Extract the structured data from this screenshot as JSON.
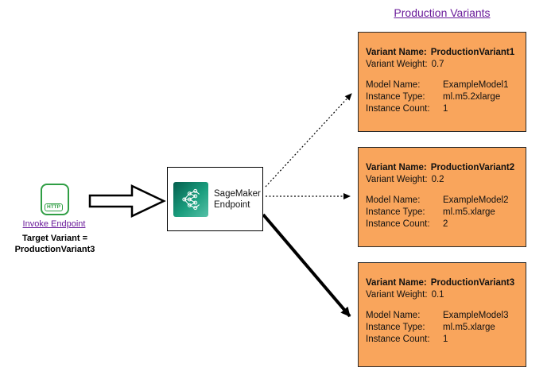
{
  "title": "Production Variants",
  "invoke": {
    "icon_label": "HTTP",
    "link_label": "Invoke Endpoint",
    "target_line1": "Target Variant =",
    "target_line2": "ProductionVariant3"
  },
  "endpoint": {
    "line1": "SageMaker",
    "line2": "Endpoint"
  },
  "variants": [
    {
      "name_label": "Variant Name:",
      "name": "ProductionVariant1",
      "weight_label": "Variant Weight:",
      "weight": "0.7",
      "rows": [
        {
          "label": "Model Name:",
          "value": "ExampleModel1"
        },
        {
          "label": "Instance Type:",
          "value": "ml.m5.2xlarge"
        },
        {
          "label": "Instance Count:",
          "value": "1"
        }
      ]
    },
    {
      "name_label": "Variant Name:",
      "name": "ProductionVariant2",
      "weight_label": "Variant Weight:",
      "weight": "0.2",
      "rows": [
        {
          "label": "Model Name:",
          "value": "ExampleModel2"
        },
        {
          "label": "Instance Type:",
          "value": "ml.m5.xlarge"
        },
        {
          "label": "Instance Count:",
          "value": "2"
        }
      ]
    },
    {
      "name_label": "Variant Name:",
      "name": "ProductionVariant3",
      "weight_label": "Variant Weight:",
      "weight": "0.1",
      "rows": [
        {
          "label": "Model Name:",
          "value": "ExampleModel3"
        },
        {
          "label": "Instance Type:",
          "value": "ml.m5.xlarge"
        },
        {
          "label": "Instance Count:",
          "value": "1"
        }
      ]
    }
  ],
  "colors": {
    "variant_fill": "#F9A55C",
    "accent_purple": "#6A1B9A",
    "sagemaker_teal_dark": "#055F4E",
    "sagemaker_teal_light": "#56C0A7",
    "http_green": "#2F9E44",
    "arrow_black": "#000000"
  }
}
